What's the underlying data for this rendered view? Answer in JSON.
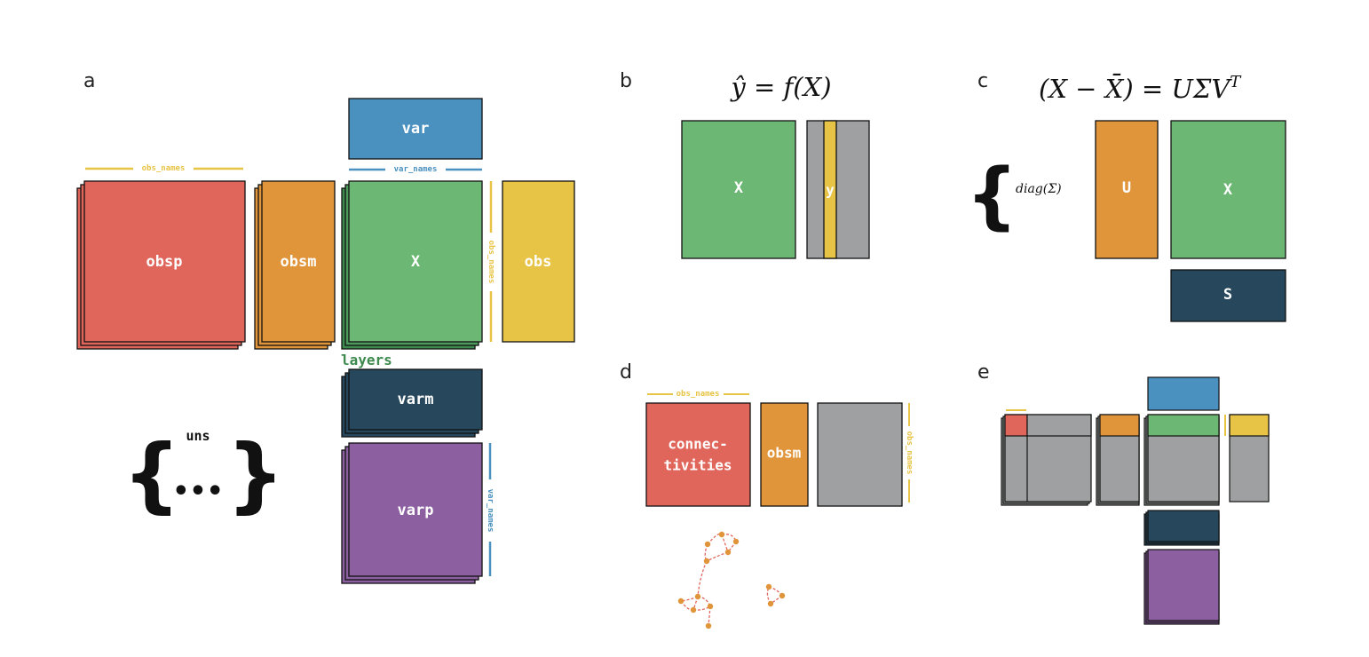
{
  "colors": {
    "red": "#e0665c",
    "orange": "#e0953a",
    "green": "#6db775",
    "yellow": "#e8c446",
    "blue": "#4a91bf",
    "navy": "#27485c",
    "purple": "#8c5fa0",
    "gray": "#9ea0a2",
    "layers_text": "#3e8a4e"
  },
  "panel_a": {
    "letter": "a",
    "obsp": "obsp",
    "obsm": "obsm",
    "x": "X",
    "obs": "obs",
    "var": "var",
    "varm": "varm",
    "varp": "varp",
    "layers": "layers",
    "obs_names_top": "obs_names",
    "var_names_top": "var_names",
    "obs_names_side": "obs_names",
    "var_names_side": "var_names",
    "uns": "uns",
    "brace_open": "{",
    "brace_close": "}",
    "dots": "•••"
  },
  "panel_b": {
    "letter": "b",
    "equation": "ŷ = f(X)",
    "x": "X",
    "y": "y"
  },
  "panel_c": {
    "letter": "c",
    "equation": "(X − X̄) = UΣV",
    "equation_sup": "T",
    "diag": "diag(Σ)",
    "u": "U",
    "x": "X",
    "s": "S",
    "brace": "{"
  },
  "panel_d": {
    "letter": "d",
    "obs_names": "obs_names",
    "connectivities_line1": "connec-",
    "connectivities_line2": "tivities",
    "obsm": "obsm",
    "obs_names_side": "obs_names"
  },
  "panel_e": {
    "letter": "e"
  }
}
